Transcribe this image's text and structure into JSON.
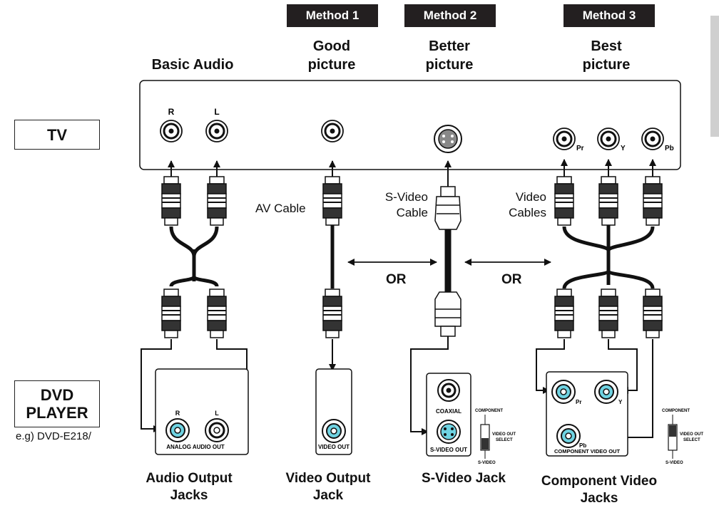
{
  "methods": {
    "method1": "Method 1",
    "method2": "Method 2",
    "method3": "Method 3"
  },
  "headings": {
    "basic_audio": "Basic Audio",
    "good_1": "Good",
    "good_2": "picture",
    "better_1": "Better",
    "better_2": "picture",
    "best_1": "Best",
    "best_2": "picture"
  },
  "devices": {
    "tv": "TV",
    "dvd_1": "DVD",
    "dvd_2": "PLAYER",
    "model": "e.g) DVD-E218/"
  },
  "tv_jacks": {
    "r": "R",
    "l": "L",
    "pr": "Pr",
    "y": "Y",
    "pb": "Pb"
  },
  "cables": {
    "av": "AV Cable",
    "svideo_1": "S-Video",
    "svideo_2": "Cable",
    "video_1": "Video",
    "video_2": "Cables",
    "or": "OR"
  },
  "panels": {
    "analog_r": "R",
    "analog_l": "L",
    "analog_out": "ANALOG AUDIO OUT",
    "video_out": "VIDEO OUT",
    "coaxial": "COAXIAL",
    "svideo_out": "S-VIDEO OUT",
    "component": "COMPONENT",
    "video_out_select_1": "VIDEO OUT",
    "video_out_select_2": "SELECT",
    "svideo_small": "S-VIDEO",
    "pr": "Pr",
    "y": "Y",
    "pb": "Pb",
    "component_out": "COMPONENT VIDEO OUT"
  },
  "bottom": {
    "audio_1": "Audio Output",
    "audio_2": "Jacks",
    "video_1": "Video Output",
    "video_2": "Jack",
    "svideo": "S-Video Jack",
    "component_1": "Component Video",
    "component_2": "Jacks"
  },
  "colors": {
    "black": "#231f20",
    "cyan_jack": "#6fd3e2",
    "side_tab": "#cfcfcf"
  }
}
